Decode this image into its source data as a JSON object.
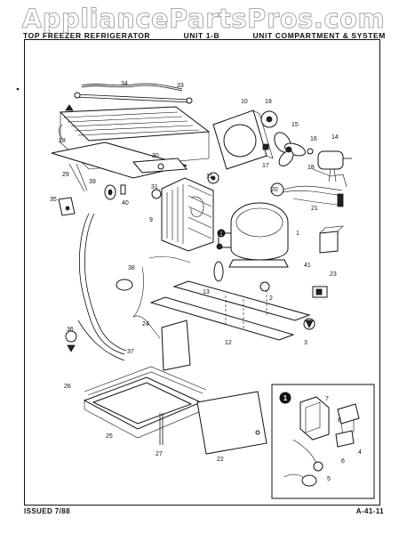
{
  "watermark": "AppliancePartsPros.com",
  "header": {
    "left": "TOP FREEZER REFRIGERATOR",
    "middle": "UNIT 1-B",
    "right": "UNIT COMPARTMENT & SYSTEM"
  },
  "footer": {
    "issued": "ISSUED 7/88",
    "page": "A-41-11"
  },
  "callouts": [
    {
      "key": "c34",
      "label": "34"
    },
    {
      "key": "c33",
      "label": "33"
    },
    {
      "key": "c10",
      "label": "10"
    },
    {
      "key": "c19",
      "label": "19"
    },
    {
      "key": "c15",
      "label": "15"
    },
    {
      "key": "c16",
      "label": "16"
    },
    {
      "key": "c14",
      "label": "14"
    },
    {
      "key": "c18",
      "label": "18"
    },
    {
      "key": "c17",
      "label": "17"
    },
    {
      "key": "c28",
      "label": "28"
    },
    {
      "key": "c30",
      "label": "30"
    },
    {
      "key": "c29",
      "label": "29"
    },
    {
      "key": "c11",
      "label": "11"
    },
    {
      "key": "c39",
      "label": "39"
    },
    {
      "key": "c35",
      "label": "35"
    },
    {
      "key": "c40",
      "label": "40"
    },
    {
      "key": "c31",
      "label": "31"
    },
    {
      "key": "c20",
      "label": "20"
    },
    {
      "key": "c21",
      "label": "21"
    },
    {
      "key": "c9",
      "label": "9"
    },
    {
      "key": "c1",
      "label": "1"
    },
    {
      "key": "c41",
      "label": "41"
    },
    {
      "key": "c38",
      "label": "38"
    },
    {
      "key": "c13",
      "label": "13"
    },
    {
      "key": "c2",
      "label": "2"
    },
    {
      "key": "c23",
      "label": "23"
    },
    {
      "key": "c24",
      "label": "24"
    },
    {
      "key": "c12",
      "label": "12"
    },
    {
      "key": "c3",
      "label": "3"
    },
    {
      "key": "c36",
      "label": "36"
    },
    {
      "key": "c37",
      "label": "37"
    },
    {
      "key": "c26",
      "label": "26"
    },
    {
      "key": "c25",
      "label": "25"
    },
    {
      "key": "c27",
      "label": "27"
    },
    {
      "key": "c22",
      "label": "22"
    }
  ],
  "inset": {
    "marker": "1",
    "callouts": [
      {
        "key": "i7",
        "label": "7"
      },
      {
        "key": "i8",
        "label": "8"
      },
      {
        "key": "i4",
        "label": "4"
      },
      {
        "key": "i6",
        "label": "6"
      },
      {
        "key": "i5",
        "label": "5"
      }
    ]
  },
  "main_marker": "1"
}
